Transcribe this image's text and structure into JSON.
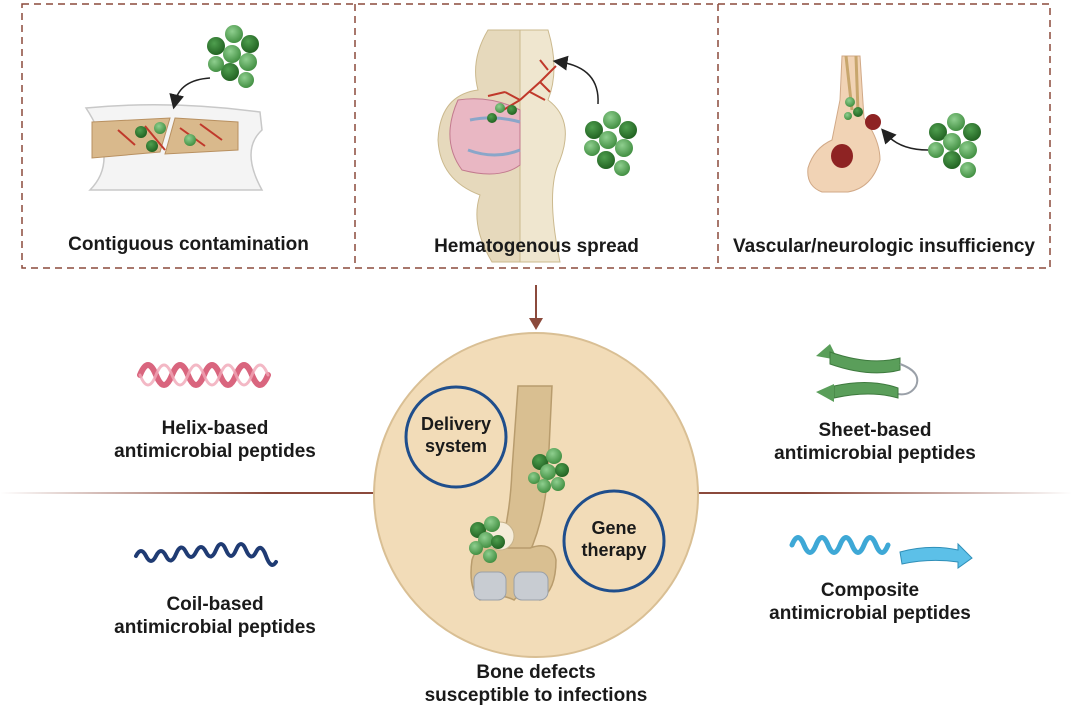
{
  "top_panels": [
    {
      "label": "Contiguous contamination"
    },
    {
      "label": "Hematogenous spread"
    },
    {
      "label": "Vascular/neurologic insufficiency"
    }
  ],
  "peptides": {
    "helix": {
      "line1": "Helix-based",
      "line2": "antimicrobial peptides"
    },
    "coil": {
      "line1": "Coil-based",
      "line2": "antimicrobial peptides"
    },
    "sheet": {
      "line1": "Sheet-based",
      "line2": "antimicrobial peptides"
    },
    "composite": {
      "line1": "Composite",
      "line2": "antimicrobial peptides"
    }
  },
  "center": {
    "delivery": {
      "line1": "Delivery",
      "line2": "system"
    },
    "gene": {
      "line1": "Gene",
      "line2": "therapy"
    },
    "caption": {
      "line1": "Bone defects",
      "line2": "susceptible to infections"
    }
  },
  "colors": {
    "dashed_border": "#8b4a3c",
    "arrow": "#8b4a3c",
    "bacteria_light": "#5fa35f",
    "bacteria_dark": "#2e7d32",
    "helix": "#d9657e",
    "coil": "#1f3b73",
    "sheet": "#5a9e5a",
    "composite": "#3ea8d6",
    "center_circle": "#f2dcb8",
    "circle_ring": "#1f4e8c"
  }
}
